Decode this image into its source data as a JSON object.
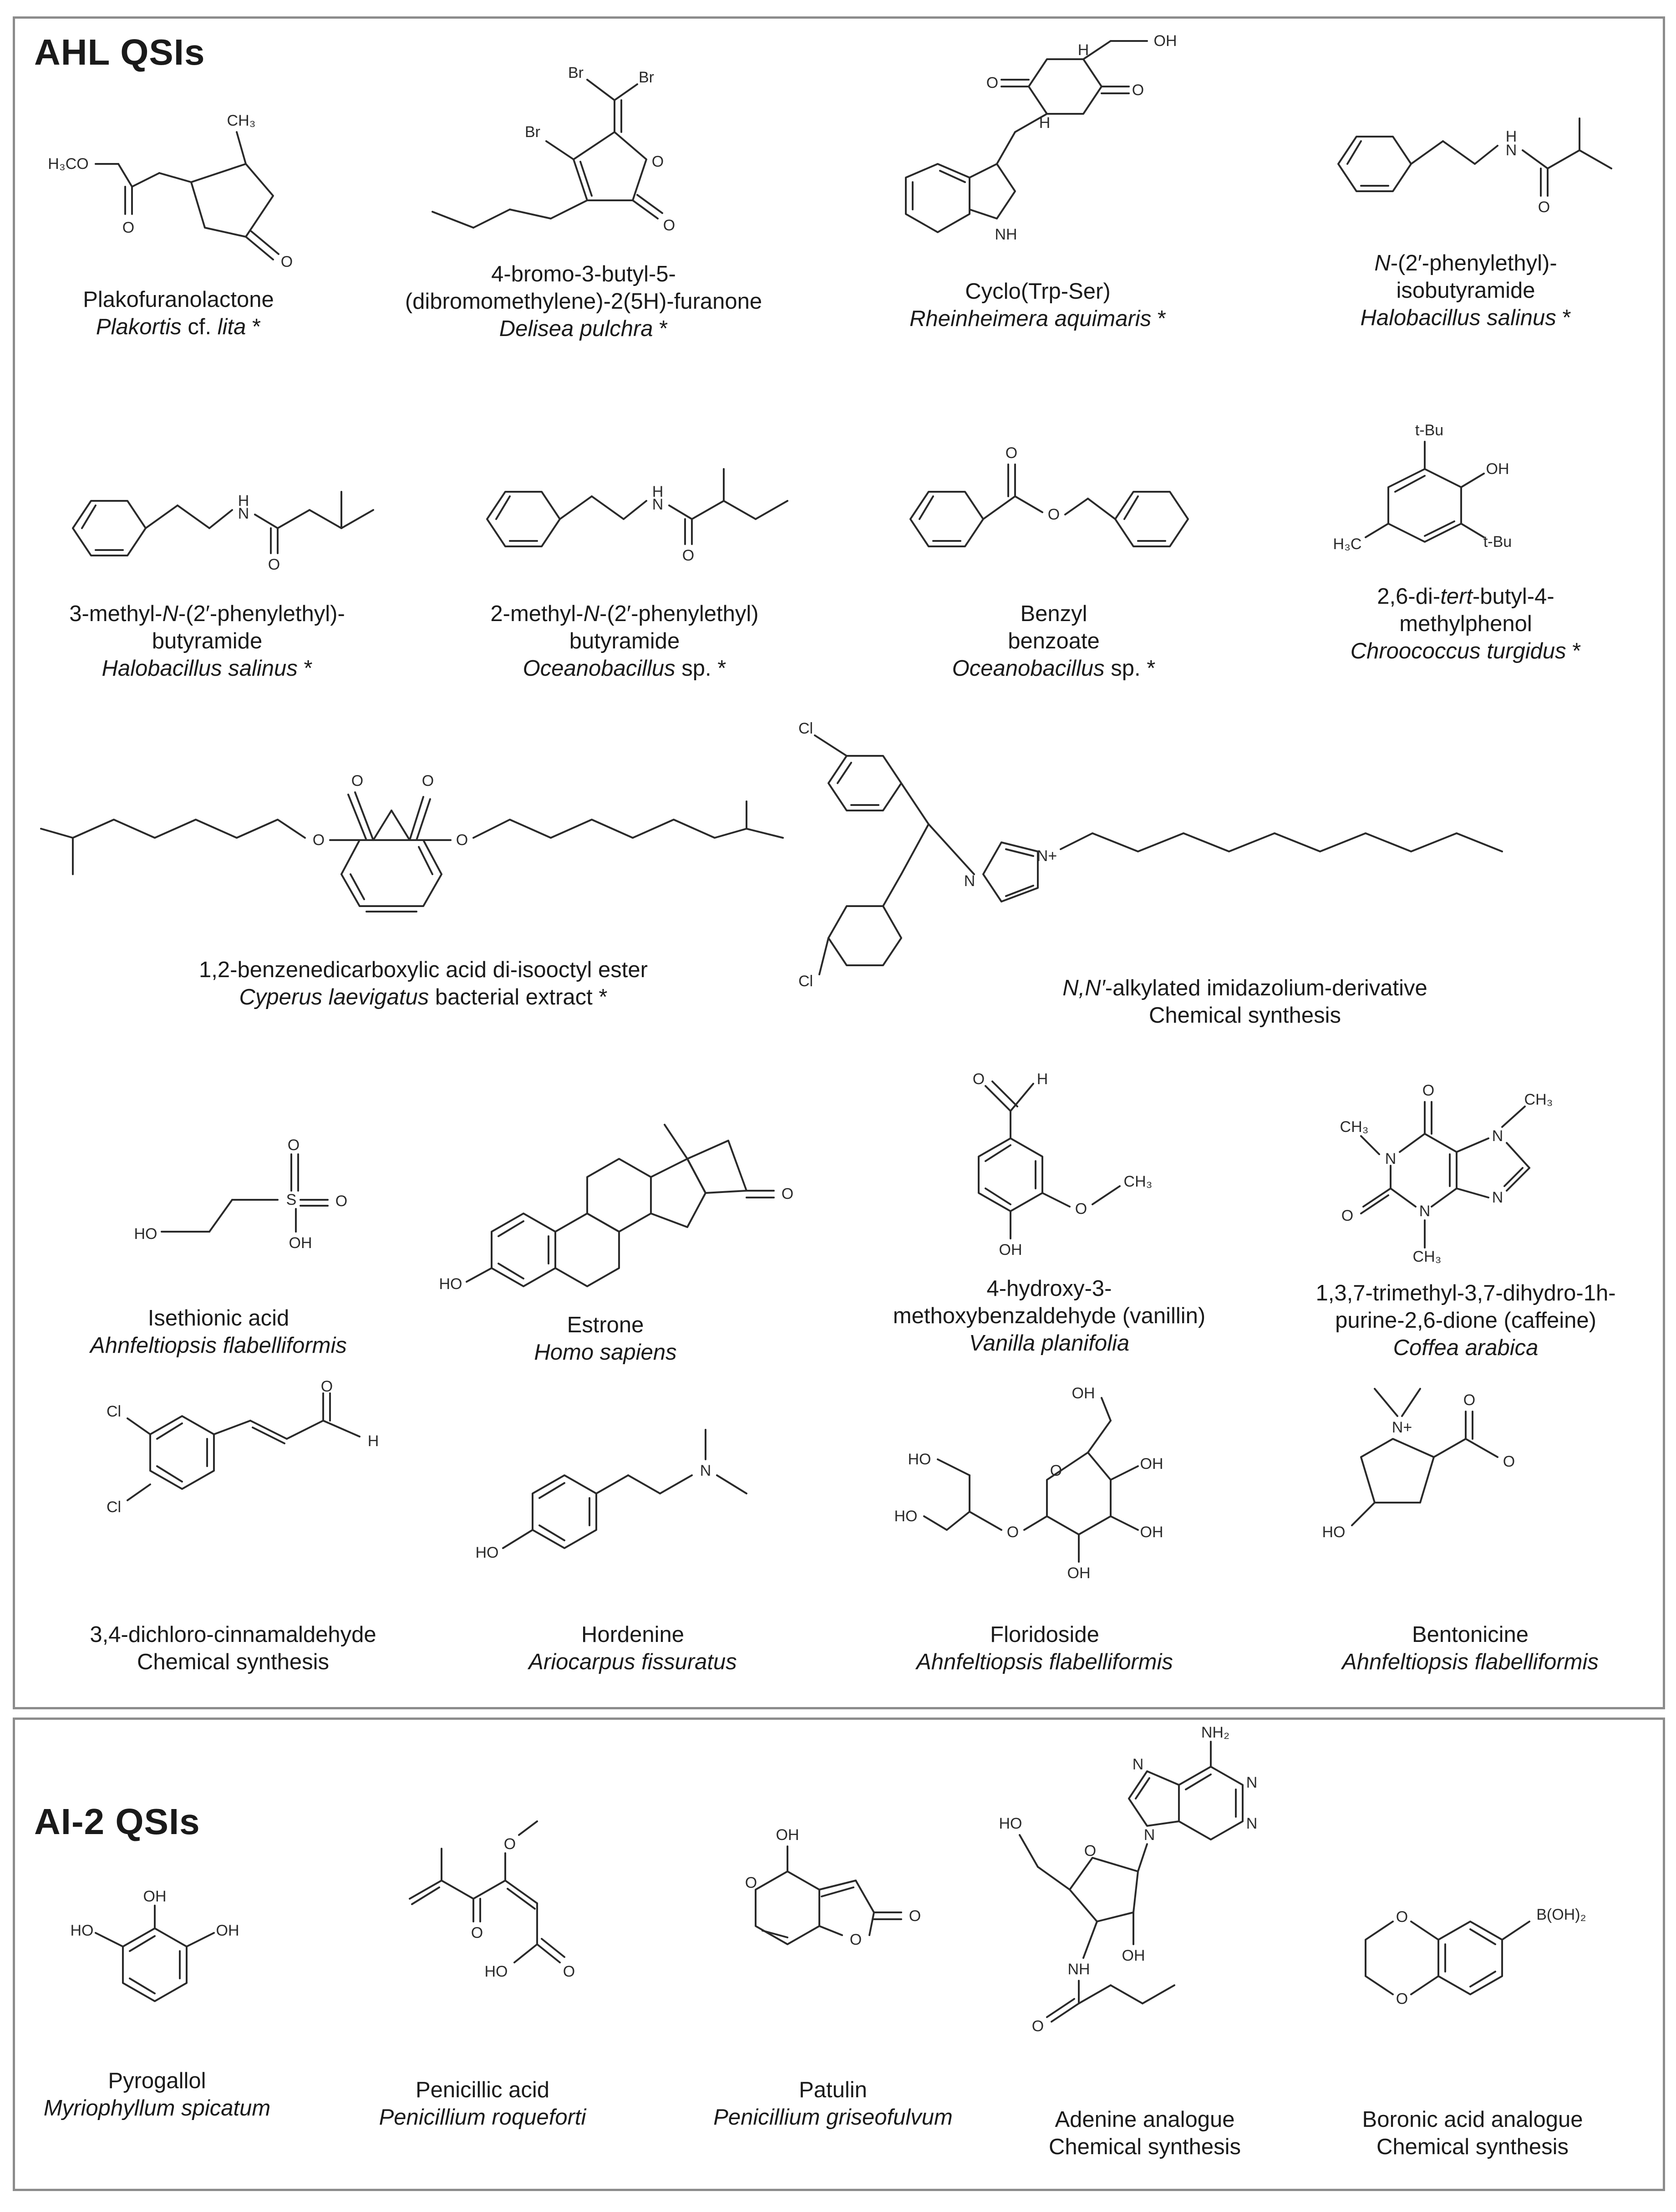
{
  "panels": {
    "ahl_title": "AHL QSIs",
    "ai2_title": "AI-2 QSIs"
  },
  "compounds": [
    {
      "id": "plakofuranolactone",
      "name": "Plakofuranolactone",
      "source_it": "Plakortis",
      "source_rest": " cf. ",
      "source_it2": "lita",
      "suffix": " *"
    },
    {
      "id": "bromofuranone",
      "name1": "4-bromo-3-butyl-5-",
      "name2": "(dibromomethylene)-2(5H)-furanone",
      "source": "Delisea pulchra",
      "suffix": " *"
    },
    {
      "id": "cyclo_trp_ser",
      "name": "Cyclo(Trp-Ser)",
      "source": "Rheinheimera aquimaris",
      "suffix": " *"
    },
    {
      "id": "phenylethyl_isobutyramide",
      "name1_it": "N",
      "name1_rest": "-(2′-phenylethyl)-",
      "name2": "isobutyramide",
      "source": "Halobacillus salinus",
      "suffix": " *"
    },
    {
      "id": "methyl_butyramide_3",
      "name1_pre": "3-methyl-",
      "name1_it": "N",
      "name1_rest": "-(2′-phenylethyl)-",
      "name2": "butyramide",
      "source": "Halobacillus salinus",
      "suffix": " *"
    },
    {
      "id": "methyl_butyramide_2",
      "name1_pre": "2-methyl-",
      "name1_it": "N",
      "name1_rest": "-(2′-phenylethyl)",
      "name2": "butyramide",
      "source": "Oceanobacillus",
      "source_rest": " sp. *"
    },
    {
      "id": "benzyl_benzoate",
      "name1": "Benzyl",
      "name2": "benzoate",
      "source": "Oceanobacillus",
      "source_rest": " sp. *"
    },
    {
      "id": "dtbmp",
      "name1_pre": "2,6-di-",
      "name1_it": "tert",
      "name1_rest": "-butyl-4-",
      "name2": "methylphenol",
      "source": "Chroococcus turgidus",
      "suffix": " *"
    },
    {
      "id": "diisooctyl",
      "name": "1,2-benzenedicarboxylic acid di-isooctyl ester",
      "source": "Cyperus laevigatus",
      "source_rest": " bacterial extract *"
    },
    {
      "id": "imidazolium",
      "name_it": "N,N′",
      "name_rest": "-alkylated imidazolium-derivative",
      "source_plain": "Chemical synthesis"
    },
    {
      "id": "isethionic",
      "name": "Isethionic acid",
      "source": "Ahnfeltiopsis flabelliformis"
    },
    {
      "id": "estrone",
      "name": "Estrone",
      "source": "Homo sapiens"
    },
    {
      "id": "vanillin",
      "name1": "4-hydroxy-3-",
      "name2": "methoxybenzaldehyde (vanillin)",
      "source": "Vanilla planifolia"
    },
    {
      "id": "caffeine",
      "name1": "1,3,7-trimethyl-3,7-dihydro-1h-",
      "name2": "purine-2,6-dione (caffeine)",
      "source": "Coffea arabica"
    },
    {
      "id": "dichlorocinnam",
      "name": "3,4-dichloro-cinnamaldehyde",
      "source_plain": "Chemical synthesis"
    },
    {
      "id": "hordenine",
      "name": "Hordenine",
      "source": "Ariocarpus fissuratus"
    },
    {
      "id": "floridoside",
      "name": "Floridoside",
      "source": "Ahnfeltiopsis flabelliformis"
    },
    {
      "id": "bentonicine",
      "name": "Bentonicine",
      "source": "Ahnfeltiopsis flabelliformis"
    },
    {
      "id": "pyrogallol",
      "name": "Pyrogallol",
      "source": "Myriophyllum spicatum"
    },
    {
      "id": "penicillic",
      "name": "Penicillic acid",
      "source": "Penicillium roqueforti"
    },
    {
      "id": "patulin",
      "name": "Patulin",
      "source": "Penicillium griseofulvum"
    },
    {
      "id": "adenine",
      "name": "Adenine analogue",
      "source_plain": "Chemical synthesis"
    },
    {
      "id": "boronic",
      "name": "Boronic acid analogue",
      "source_plain": "Chemical synthesis"
    }
  ],
  "atom_labels": {
    "ch3": "CH₃",
    "h3co": "H₃CO",
    "o": "O",
    "oh": "OH",
    "ho": "HO",
    "br": "Br",
    "h": "H",
    "n": "N",
    "nh": "NH",
    "tbu": "t-Bu",
    "h3c": "H₃C",
    "cl": "Cl",
    "nplus": "N+",
    "s": "S",
    "nh2": "NH₂",
    "boh2": "B(OH)₂"
  }
}
